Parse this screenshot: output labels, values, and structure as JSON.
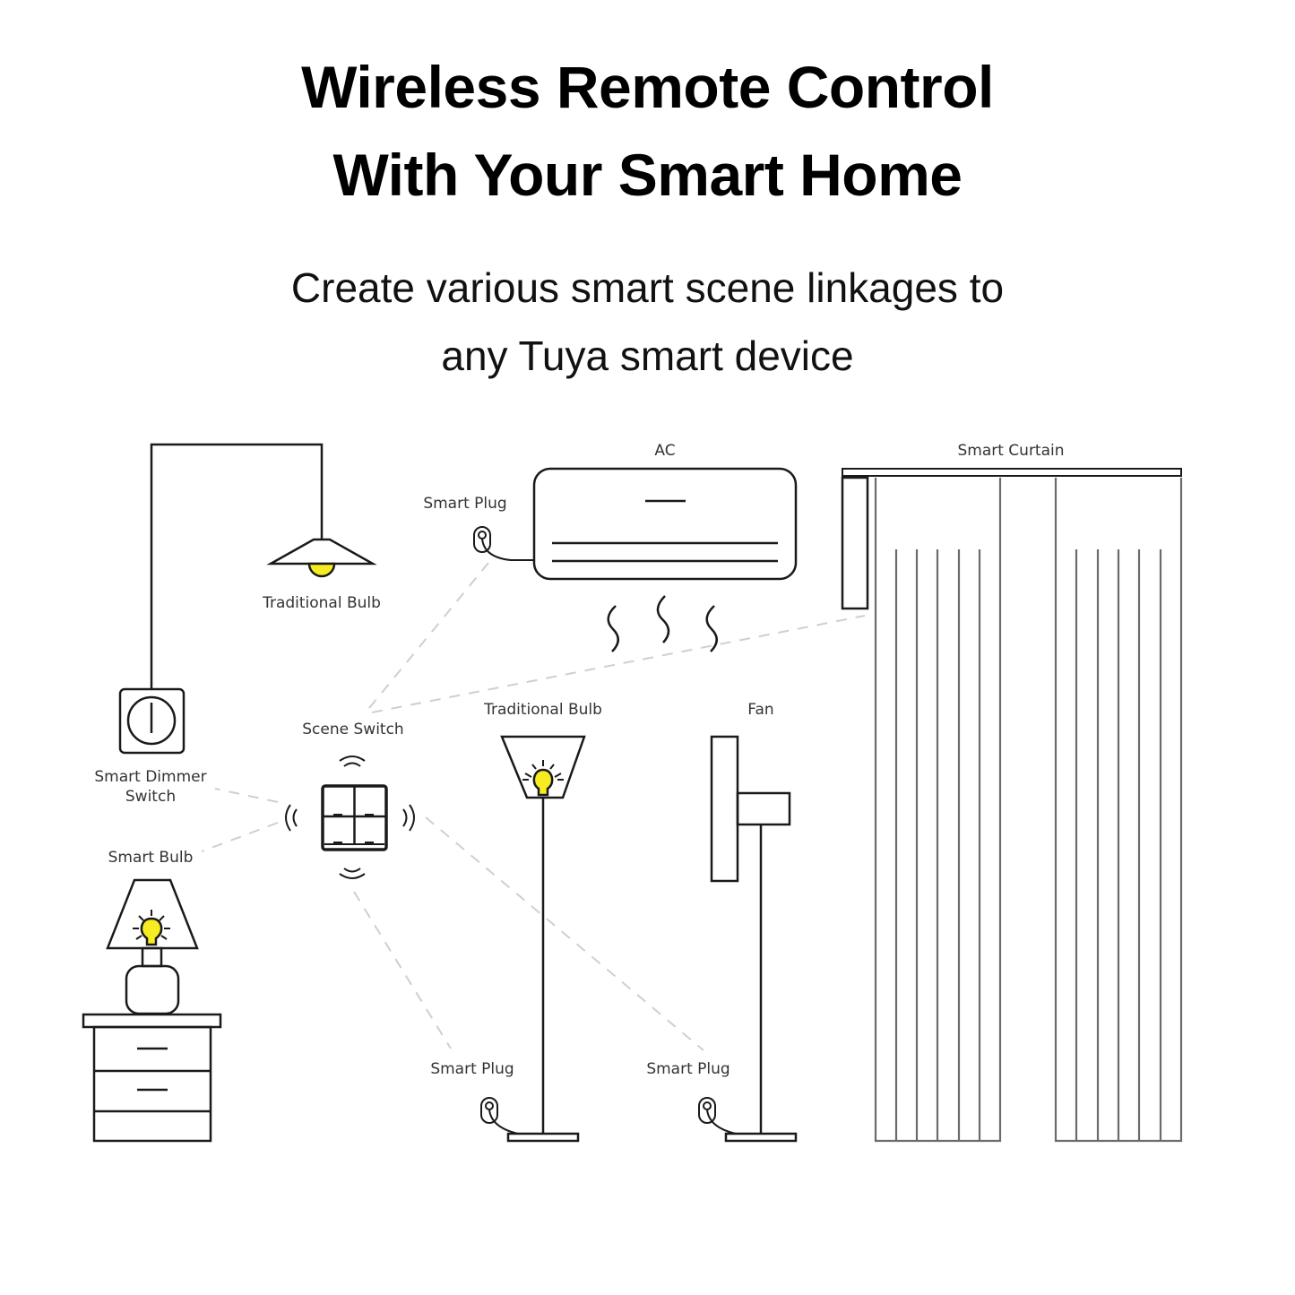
{
  "header": {
    "title_line1": "Wireless Remote Control",
    "title_line2": "With Your Smart Home",
    "subtitle_line1": "Create various smart scene linkages to",
    "subtitle_line2": "any Tuya smart device"
  },
  "diagram": {
    "labels": {
      "traditional_bulb_pendant": "Traditional Bulb",
      "smart_plug_ac": "Smart Plug",
      "ac": "AC",
      "smart_curtain": "Smart Curtain",
      "scene_switch": "Scene Switch",
      "smart_dimmer_line1": "Smart Dimmer",
      "smart_dimmer_line2": "Switch",
      "smart_bulb": "Smart Bulb",
      "traditional_bulb_floor": "Traditional Bulb",
      "fan": "Fan",
      "smart_plug_floor_lamp": "Smart Plug",
      "smart_plug_fan": "Smart Plug"
    },
    "colors": {
      "bulb_yellow": "#f7ec22",
      "line_dark": "#1a1a1a",
      "dash_gray": "#cfcfcf",
      "curtain_gray": "#6b6b6b"
    },
    "icons": [
      "pendant-lamp-icon",
      "ac-unit-icon",
      "smart-plug-icon",
      "curtain-icon",
      "dimmer-switch-icon",
      "scene-switch-icon",
      "wifi-signal-icon",
      "table-lamp-icon",
      "nightstand-icon",
      "floor-lamp-icon",
      "fan-icon"
    ]
  }
}
